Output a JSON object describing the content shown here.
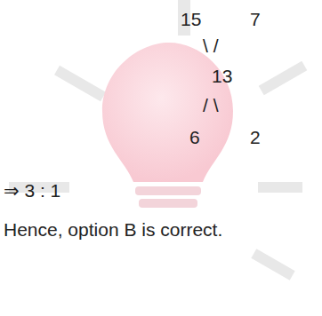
{
  "diagram": {
    "labels": [
      "15",
      "7",
      "\\ /",
      "13",
      "/ \\",
      "6",
      "2",
      "⇒ 3 : 1",
      "Hence, option B is correct."
    ]
  }
}
